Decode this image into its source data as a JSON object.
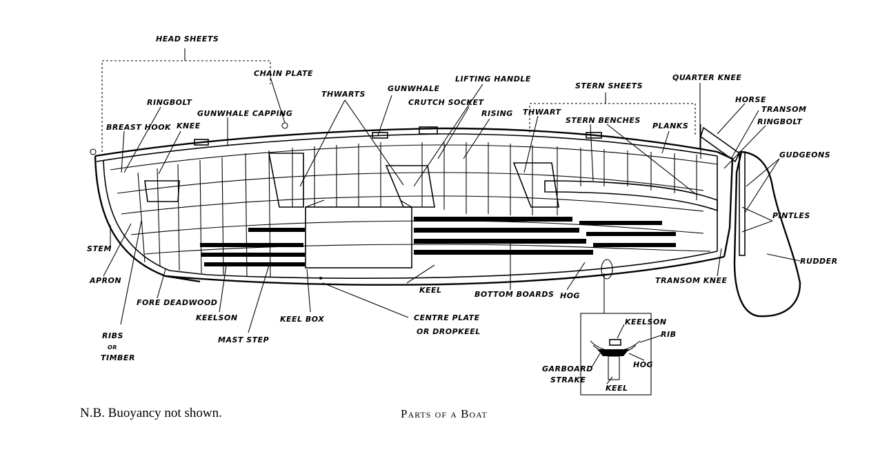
{
  "labels": {
    "head_sheets": "HEAD SHEETS",
    "chain_plate": "CHAIN PLATE",
    "ringbolt_fore": "RINGBOLT",
    "gunwhale_capping": "GUNWHALE CAPPING",
    "breast_hook": "BREAST HOOK",
    "knee": "KNEE",
    "thwarts": "THWARTS",
    "gunwhale": "GUNWHALE",
    "lifting_handle": "LIFTING HANDLE",
    "crutch_socket": "CRUTCH SOCKET",
    "rising": "RISING",
    "stern_sheets": "STERN SHEETS",
    "quarter_knee": "QUARTER KNEE",
    "thwart": "THWART",
    "stern_benches": "STERN BENCHES",
    "planks": "PLANKS",
    "horse": "HORSE",
    "transom": "TRANSOM",
    "ringbolt_aft": "RINGBOLT",
    "gudgeons": "GUDGEONS",
    "pintles": "PINTLES",
    "rudder": "RUDDER",
    "transom_knee": "TRANSOM KNEE",
    "stem": "STEM",
    "apron": "APRON",
    "fore_deadwood": "FORE DEADWOOD",
    "keelson": "KEELSON",
    "keel_box": "KEEL BOX",
    "keel": "KEEL",
    "bottom_boards": "BOTTOM BOARDS",
    "hog": "HOG",
    "ribs_or_timber": [
      "RIBS",
      "OR",
      "TIMBER"
    ],
    "mast_step": "MAST STEP",
    "centre_plate": [
      "CENTRE PLATE",
      "OR DROPKEEL"
    ]
  },
  "inset_labels": {
    "keelson": "KEELSON",
    "rib": "RIB",
    "hog": "HOG",
    "garboard_strake": [
      "GARBOARD",
      "STRAKE"
    ],
    "keel": "KEEL"
  },
  "captions": {
    "note": "N.B. Buoyancy not shown.",
    "title": "Parts of a Boat"
  }
}
